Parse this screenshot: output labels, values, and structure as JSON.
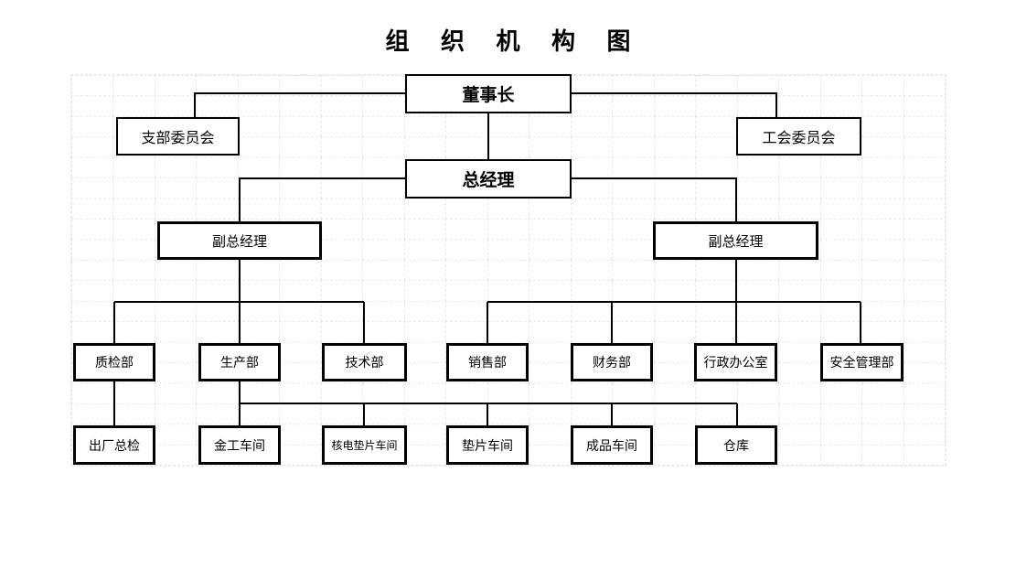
{
  "title": "组 织 机 构 图",
  "colors": {
    "background": "#ffffff",
    "box_border": "#000000",
    "connector": "#000000",
    "grid_line": "#d2d2d2",
    "text": "#000000"
  },
  "nodes": [
    {
      "id": "chairman",
      "label": "董事长"
    },
    {
      "id": "branch-committee",
      "label": "支部委员会"
    },
    {
      "id": "union-committee",
      "label": "工会委员会"
    },
    {
      "id": "general-manager",
      "label": "总经理"
    },
    {
      "id": "deputy-gm-left",
      "label": "副总经理"
    },
    {
      "id": "deputy-gm-right",
      "label": "副总经理"
    },
    {
      "id": "quality-dept",
      "label": "质检部"
    },
    {
      "id": "production-dept",
      "label": "生产部"
    },
    {
      "id": "technology-dept",
      "label": "技术部"
    },
    {
      "id": "sales-dept",
      "label": "销售部"
    },
    {
      "id": "finance-dept",
      "label": "财务部"
    },
    {
      "id": "admin-office",
      "label": "行政办公室"
    },
    {
      "id": "safety-dept",
      "label": "安全管理部"
    },
    {
      "id": "final-inspection",
      "label": "出厂总检"
    },
    {
      "id": "metalwork-workshop",
      "label": "金工车间"
    },
    {
      "id": "nuclear-gasket-workshop",
      "label": "核电垫片车间"
    },
    {
      "id": "gasket-workshop",
      "label": "垫片车间"
    },
    {
      "id": "finished-goods-workshop",
      "label": "成品车间"
    },
    {
      "id": "warehouse",
      "label": "仓库"
    }
  ],
  "edges": [
    [
      "chairman",
      "branch-committee"
    ],
    [
      "chairman",
      "union-committee"
    ],
    [
      "chairman",
      "general-manager"
    ],
    [
      "general-manager",
      "deputy-gm-left"
    ],
    [
      "general-manager",
      "deputy-gm-right"
    ],
    [
      "deputy-gm-left",
      "quality-dept"
    ],
    [
      "deputy-gm-left",
      "production-dept"
    ],
    [
      "deputy-gm-left",
      "technology-dept"
    ],
    [
      "deputy-gm-right",
      "sales-dept"
    ],
    [
      "deputy-gm-right",
      "finance-dept"
    ],
    [
      "deputy-gm-right",
      "admin-office"
    ],
    [
      "deputy-gm-right",
      "safety-dept"
    ],
    [
      "quality-dept",
      "final-inspection"
    ],
    [
      "production-dept",
      "metalwork-workshop"
    ],
    [
      "production-dept",
      "nuclear-gasket-workshop"
    ],
    [
      "production-dept",
      "gasket-workshop"
    ],
    [
      "production-dept",
      "finished-goods-workshop"
    ],
    [
      "production-dept",
      "warehouse"
    ]
  ]
}
